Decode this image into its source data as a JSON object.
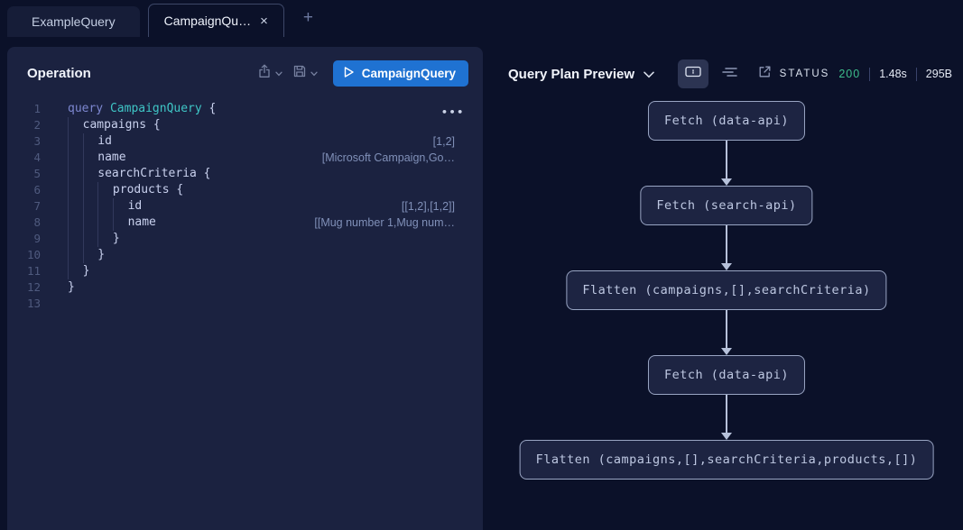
{
  "tabs": {
    "items": [
      {
        "label": "ExampleQuery",
        "active": false
      },
      {
        "label": "CampaignQu…",
        "active": true,
        "close_glyph": "×"
      }
    ],
    "new_tab_label": "+"
  },
  "operation_panel": {
    "title": "Operation",
    "run_button_label": "CampaignQuery",
    "editor_menu_glyph": "•••",
    "editor": {
      "lines": [
        {
          "num": 1,
          "indent": 0,
          "tokens": [
            {
              "type": "kw",
              "text": "query "
            },
            {
              "type": "type",
              "text": "CampaignQuery "
            },
            {
              "type": "plain",
              "text": "{"
            }
          ]
        },
        {
          "num": 2,
          "indent": 1,
          "tokens": [
            {
              "type": "plain",
              "text": "campaigns {"
            }
          ]
        },
        {
          "num": 3,
          "indent": 2,
          "tokens": [
            {
              "type": "plain",
              "text": "id"
            }
          ],
          "hint": "[1,2]"
        },
        {
          "num": 4,
          "indent": 2,
          "tokens": [
            {
              "type": "plain",
              "text": "name"
            }
          ],
          "hint": "[Microsoft Campaign,Go…"
        },
        {
          "num": 5,
          "indent": 2,
          "tokens": [
            {
              "type": "plain",
              "text": "searchCriteria {"
            }
          ]
        },
        {
          "num": 6,
          "indent": 3,
          "tokens": [
            {
              "type": "plain",
              "text": "products {"
            }
          ]
        },
        {
          "num": 7,
          "indent": 4,
          "tokens": [
            {
              "type": "plain",
              "text": "id"
            }
          ],
          "hint": "[[1,2],[1,2]]"
        },
        {
          "num": 8,
          "indent": 4,
          "tokens": [
            {
              "type": "plain",
              "text": "name"
            }
          ],
          "hint": "[[Mug number 1,Mug num…"
        },
        {
          "num": 9,
          "indent": 3,
          "tokens": [
            {
              "type": "plain",
              "text": "}"
            }
          ]
        },
        {
          "num": 10,
          "indent": 2,
          "tokens": [
            {
              "type": "plain",
              "text": "}"
            }
          ]
        },
        {
          "num": 11,
          "indent": 1,
          "tokens": [
            {
              "type": "plain",
              "text": "}"
            }
          ]
        },
        {
          "num": 12,
          "indent": 0,
          "tokens": [
            {
              "type": "plain",
              "text": "}"
            }
          ]
        },
        {
          "num": 13,
          "indent": 0,
          "tokens": []
        }
      ]
    }
  },
  "plan_panel": {
    "title": "Query Plan Preview",
    "status": {
      "label": "STATUS",
      "code": "200",
      "time": "1.48s",
      "size": "295B"
    },
    "flow": {
      "nodes": [
        "Fetch (data-api)",
        "Fetch (search-api)",
        "Flatten (campaigns,[],searchCriteria)",
        "Fetch (data-api)",
        "Flatten (campaigns,[],searchCriteria,products,[])"
      ]
    }
  },
  "icons": {
    "share": "share-icon",
    "save": "save-icon",
    "play": "play-icon",
    "chevron_down": "chevron-down-icon",
    "diagram_view": "diagram-view-icon",
    "text_view": "text-view-icon",
    "open_external": "open-external-icon",
    "close": "close-icon",
    "plus": "plus-icon",
    "ellipsis_menu": "ellipsis-menu-icon"
  },
  "colors": {
    "page_bg": "#0b1129",
    "panel_bg": "#1b2240",
    "accent_blue": "#1f72d2",
    "status_green": "#3dbd8c",
    "keyword": "#7d87d0",
    "type_name": "#3fc6c6",
    "node_fill": "#1d2442",
    "node_border": "#99a5c3",
    "arrow": "#b6c1da"
  }
}
